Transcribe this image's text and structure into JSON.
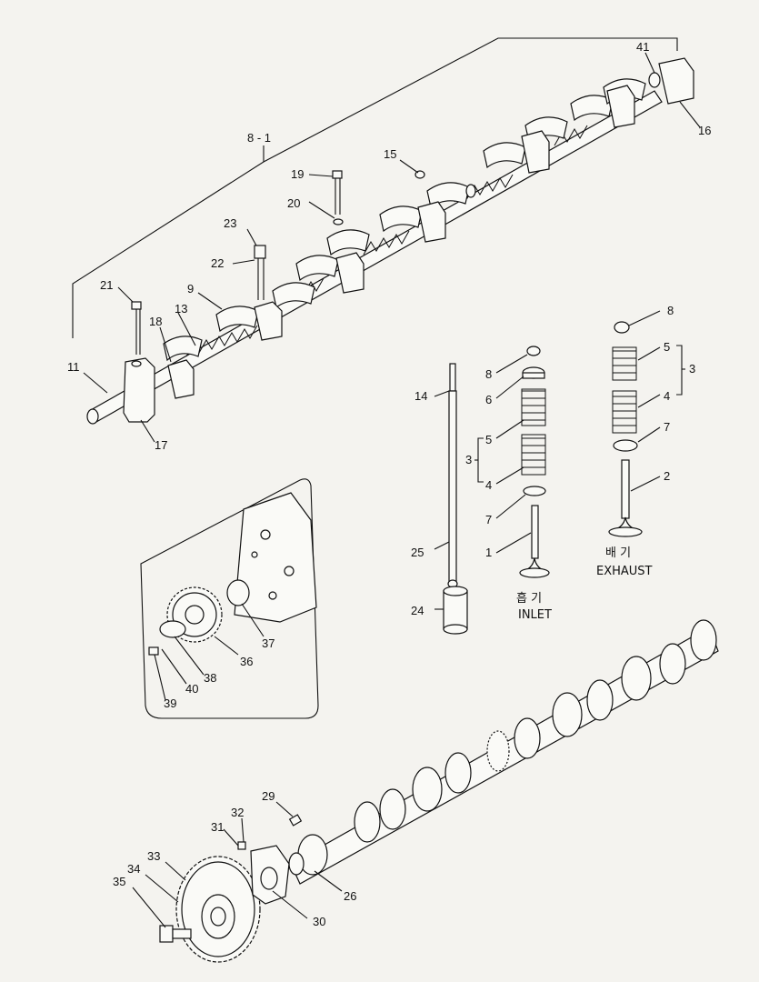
{
  "labels": {
    "n81": "8 - 1",
    "n41": "41",
    "n16": "16",
    "n15": "15",
    "n19": "19",
    "n20": "20",
    "n23": "23",
    "n22": "22",
    "n21": "21",
    "n9": "9",
    "n13": "13",
    "n18": "18",
    "n11": "11",
    "n17": "17",
    "n14": "14",
    "n25": "25",
    "n24": "24",
    "in8": "8",
    "in6": "6",
    "in5": "5",
    "in3": "3",
    "in4": "4",
    "in7": "7",
    "in1": "1",
    "ex8": "8",
    "ex5": "5",
    "ex3": "3",
    "ex4": "4",
    "ex7": "7",
    "ex2": "2",
    "n37": "37",
    "n36": "36",
    "n38": "38",
    "n40": "40",
    "n39": "39",
    "n29": "29",
    "n32": "32",
    "n31": "31",
    "n33": "33",
    "n34": "34",
    "n35": "35",
    "n26": "26",
    "n30": "30"
  },
  "captions": {
    "inlet_kr": "흡 기",
    "inlet_en": "INLET",
    "exhaust_kr": "배 기",
    "exhaust_en": "EXHAUST"
  }
}
